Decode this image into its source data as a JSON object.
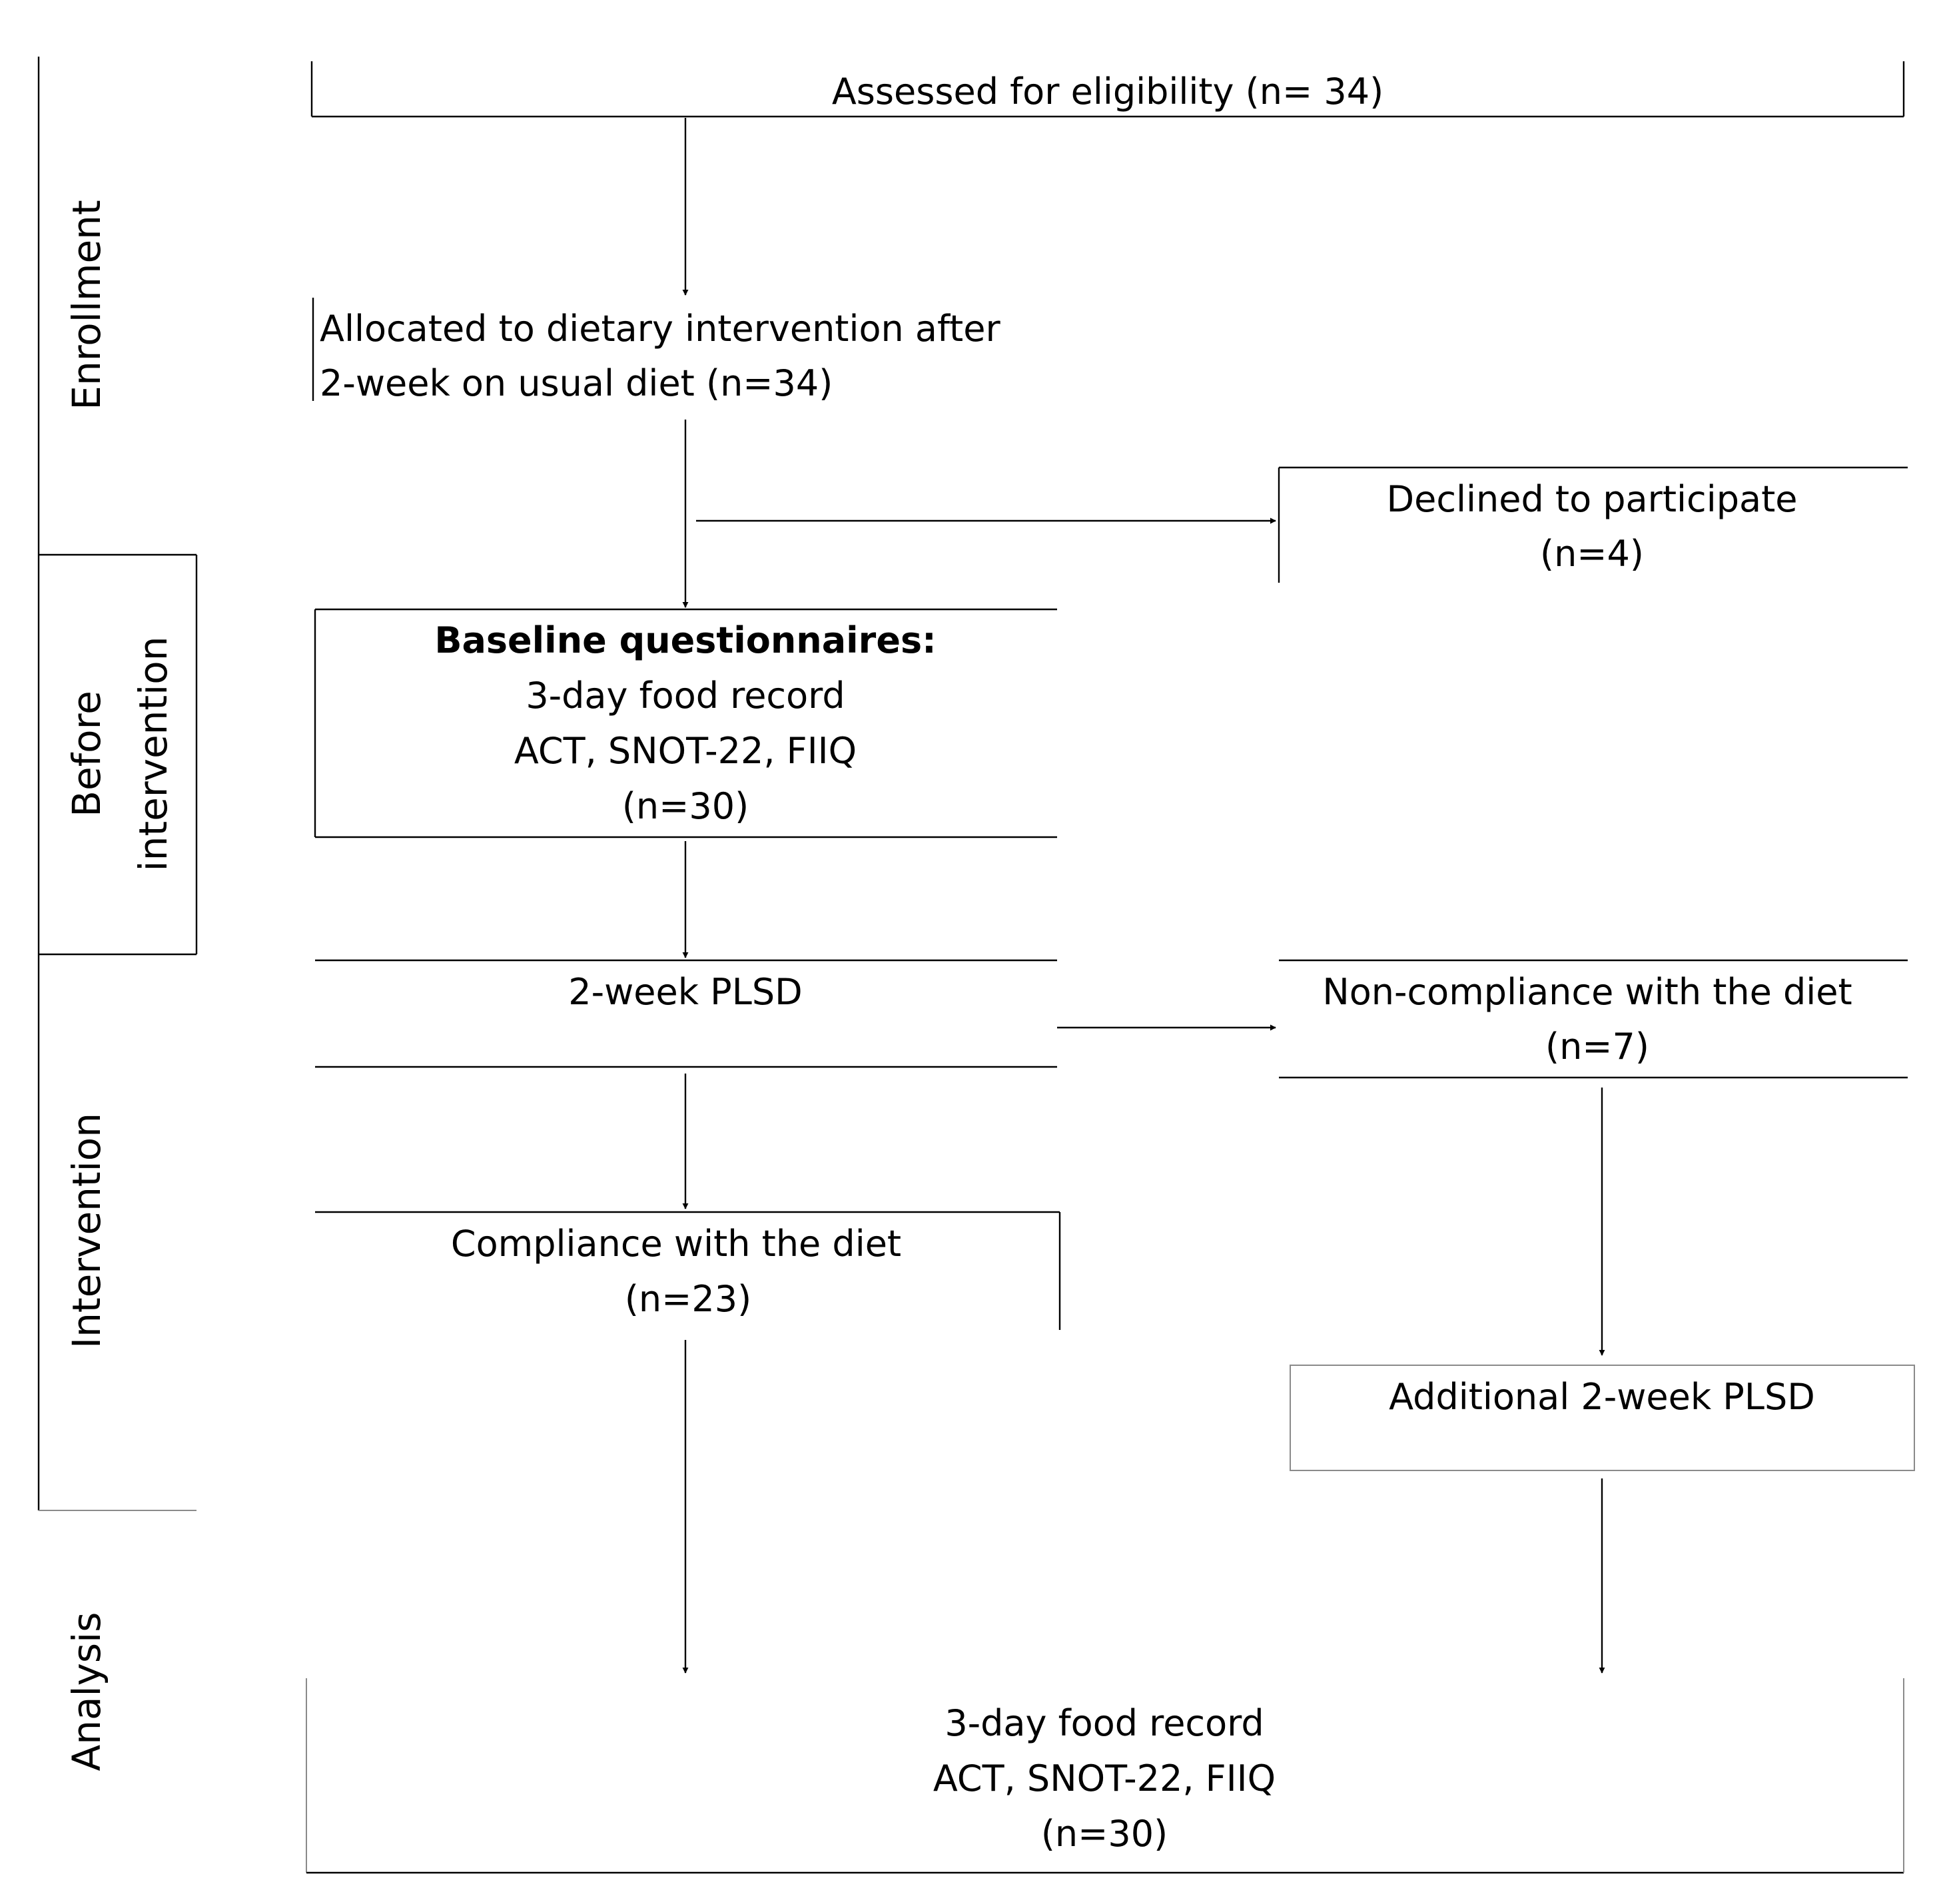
{
  "phases": {
    "enrollment": "Enrollment",
    "before_line1": "Before",
    "before_line2": "intervention",
    "intervention": "Intervention",
    "analysis": "Analysis"
  },
  "boxes": {
    "assessed": "Assessed for eligibility (n= 34)",
    "allocated_line1": "Allocated to dietary intervention after",
    "allocated_line2": "2-week on usual diet (n=34)",
    "declined_line1": "Declined to participate",
    "declined_line2": "(n=4)",
    "baseline_title": "Baseline questionnaires:",
    "baseline_line1": "3-day food record",
    "baseline_line2": "ACT, SNOT-22, FIIQ",
    "baseline_line3": "(n=30)",
    "plsd": "2-week PLSD",
    "noncompliance_line1": "Non-compliance with the diet",
    "noncompliance_line2": "(n=7)",
    "compliance_line1": "Compliance with the diet",
    "compliance_line2": "(n=23)",
    "additional": "Additional 2-week PLSD",
    "final_line1": "3-day food record",
    "final_line2": "ACT, SNOT-22, FIIQ",
    "final_line3": "(n=30)"
  }
}
